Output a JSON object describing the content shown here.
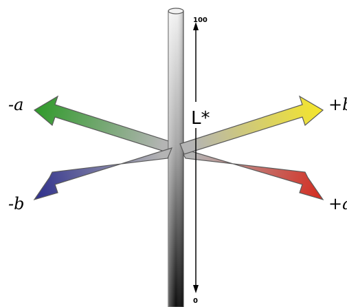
{
  "diagram": {
    "lightness_axis": {
      "label": "L*",
      "top_value": "100",
      "bottom_value": "0"
    },
    "axes": [
      {
        "id": "minus-a",
        "label": "-a",
        "color": "#2f9a2a"
      },
      {
        "id": "plus-b",
        "label": "+b",
        "color": "#f5e62a"
      },
      {
        "id": "minus-b",
        "label": "-b",
        "color": "#2e2f8c"
      },
      {
        "id": "plus-a",
        "label": "+a",
        "color": "#d42a1e"
      }
    ],
    "colors": {
      "neutral": "#b4b4b4",
      "outline": "#5a5a5a",
      "pole_top": "#f2f2f2",
      "pole_bottom": "#0c0c0c"
    }
  }
}
